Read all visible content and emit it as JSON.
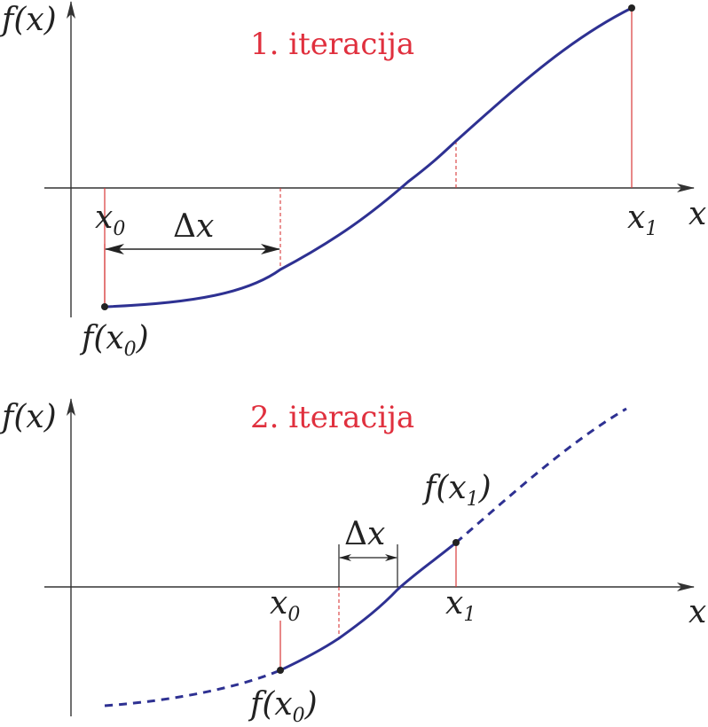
{
  "colors": {
    "curve": "#2e3192",
    "title": "#e0303e",
    "guide": "#d83a3a",
    "axis": "#333333",
    "text": "#222222"
  },
  "panel1": {
    "title": "1. iteracija",
    "y_axis_label": "f(x)",
    "x_axis_label": "x",
    "x0_label": "x",
    "x0_sub": "0",
    "x1_label": "x",
    "x1_sub": "1",
    "dx_label": "Δx",
    "fx0_label_pre": "f(x",
    "fx0_sub": "0",
    "fx0_label_post": ")"
  },
  "panel2": {
    "title": "2. iteracija",
    "y_axis_label": "f(x)",
    "x_axis_label": "x",
    "x0_label": "x",
    "x0_sub": "0",
    "x1_label": "x",
    "x1_sub": "1",
    "dx_label": "Δx",
    "fx0_label_pre": "f(x",
    "fx0_sub": "0",
    "fx0_label_post": ")",
    "fx1_label_pre": "f(x",
    "fx1_sub": "1",
    "fx1_label_post": ")"
  }
}
